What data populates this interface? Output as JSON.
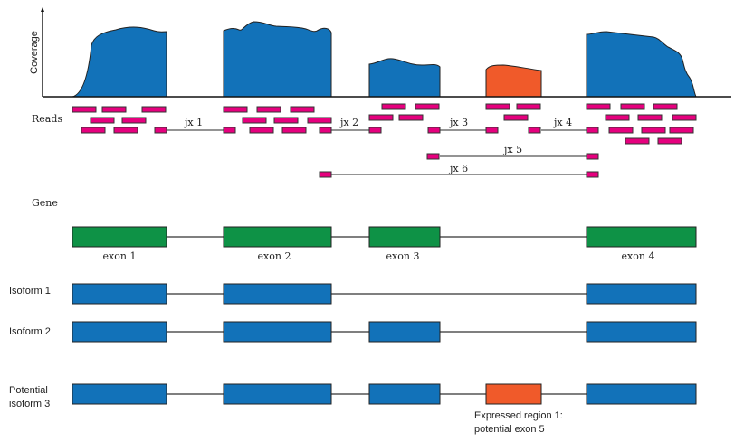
{
  "colors": {
    "coverage": "#1272b9",
    "expressed_region": "#f05a2a",
    "read": "#e6007e",
    "gene_exon": "#0e9246",
    "isoform_exon": "#1272b9"
  },
  "coverage": {
    "axis_label": "Coverage"
  },
  "reads": {
    "label": "Reads",
    "junctions": [
      {
        "label": "jx 1"
      },
      {
        "label": "jx 2"
      },
      {
        "label": "jx 3"
      },
      {
        "label": "jx 4"
      },
      {
        "label": "jx 5"
      },
      {
        "label": "jx 6"
      }
    ]
  },
  "gene": {
    "label": "Gene",
    "exons": [
      {
        "label": "exon 1"
      },
      {
        "label": "exon 2"
      },
      {
        "label": "exon 3"
      },
      {
        "label": "exon 4"
      }
    ]
  },
  "isoforms": [
    {
      "label": "Isoform 1"
    },
    {
      "label": "Isoform 2"
    },
    {
      "label_line1": "Potential",
      "label_line2": "isoform 3"
    }
  ],
  "annotation": {
    "line1": "Expressed region 1:",
    "line2": "potential exon 5"
  }
}
